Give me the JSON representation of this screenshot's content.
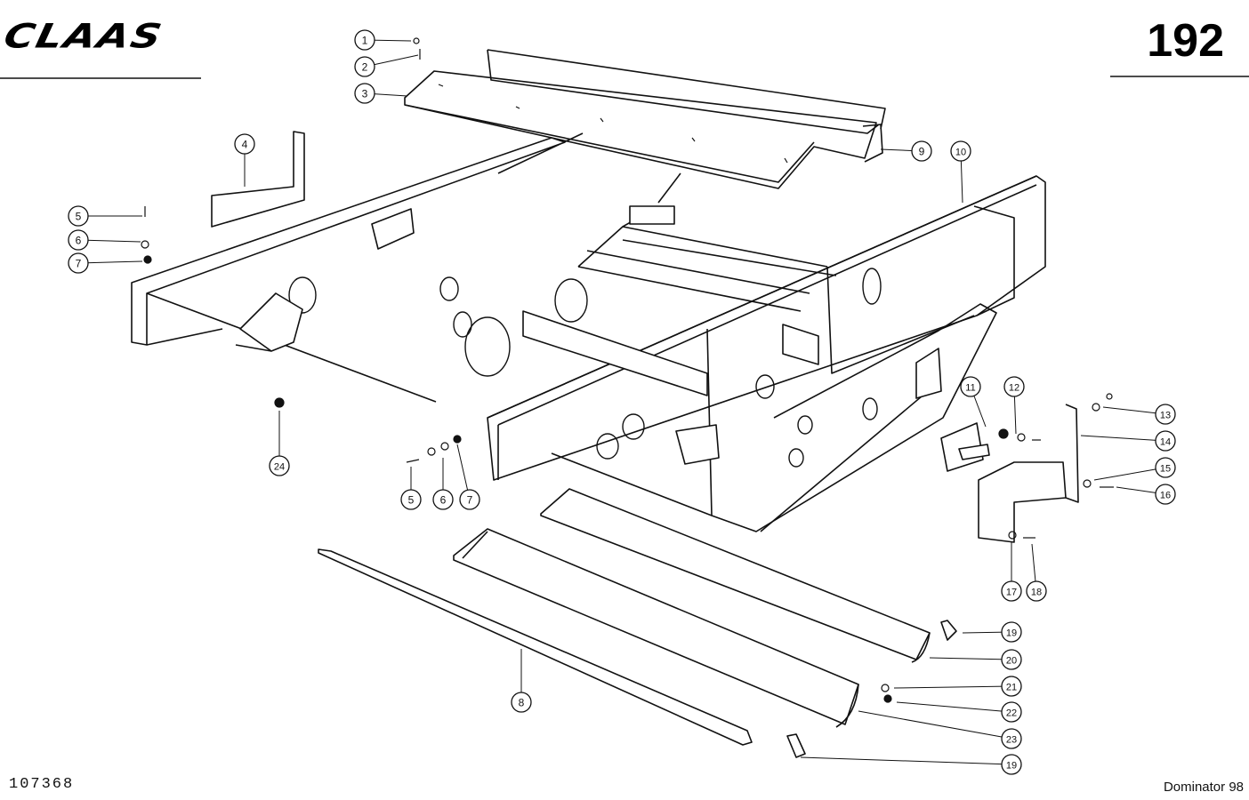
{
  "header": {
    "brand": "CLAAS",
    "page_number": "192"
  },
  "footer": {
    "drawing_number": "107368",
    "model": "Dominator 98"
  },
  "callouts": [
    "1",
    "2",
    "3",
    "4",
    "5",
    "6",
    "7",
    "5",
    "6",
    "7",
    "8",
    "9",
    "10",
    "11",
    "12",
    "13",
    "14",
    "15",
    "16",
    "17",
    "18",
    "19",
    "20",
    "21",
    "22",
    "23",
    "19",
    "24"
  ]
}
